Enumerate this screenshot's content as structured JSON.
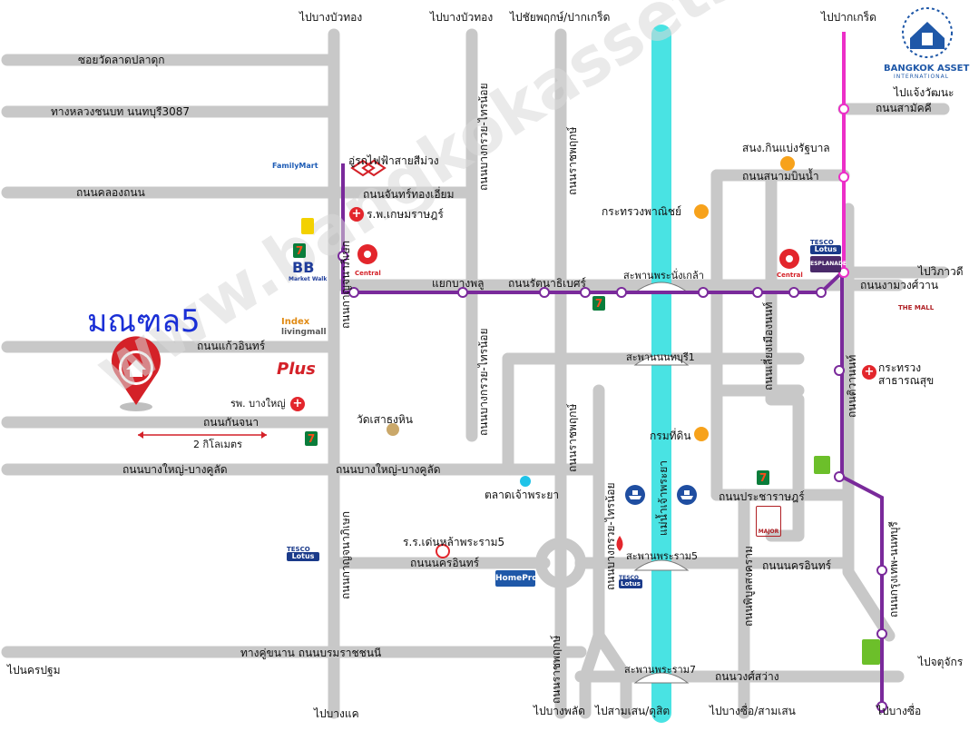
{
  "map_title": "มณฑล5",
  "watermark": "www.bangkokassets.com",
  "brand": {
    "name": "BANGKOK ASSET",
    "sub": "INTERNATIONAL"
  },
  "scale": {
    "label": "2 กิโลเมตร"
  },
  "roads": {
    "soi_wat_lat_pla_duk": "ซอยวัดลาดปลาดุก",
    "highway_3087": "ทางหลวงชนบท นนทบุรี3087",
    "khlong_thanon": "ถนนคลองถนน",
    "chan_thong_iam": "ถนนจันทร์ทองเอี่ยม",
    "kaew_in": "ถนนแก้วอินทร์",
    "kanchana": "ถนนกันจนา",
    "bang_yai_bang_kruai_left": "ถนนบางใหญ่-บางคูลัด",
    "bang_yai_bang_kruai_mid": "ถนนบางใหญ่-บางคูลัด",
    "nakhon_in_left": "ถนนนครอินทร์",
    "nakhon_in_right": "ถนนนครอินทร์",
    "kanchanaphisek_top": "ถนนกาญจนาภิเษก",
    "kanchanaphisek_bottom": "ถนนกาญจนาภิเษก",
    "bang_kruai_sai_noi_top": "ถนนบางกรวย-ไทรน้อย",
    "bang_kruai_sai_noi_mid": "ถนนบางกรวย-ไทรน้อย",
    "bang_kruai_sai_noi_bottom": "ถนนบางกรวย-ไทรน้อย",
    "ratchaphruek_top": "ถนนราชพฤกษ์",
    "ratchaphruek_mid": "ถนนราชพฤกษ์",
    "ratchaphruek_bottom": "ถนนราชพฤกษ์",
    "rattanathibet": "ถนนรัตนาธิเบศร์",
    "yaek_bang_phlu": "แยกบางพลู",
    "sanam_bin_nam": "ถนนสนามบินน้ำ",
    "chaeng_watthana": "ถนนงามวงศ์วาน",
    "liang_mueang": "ถนนเลี่ยงเมืองนนท์",
    "tiwanon": "ถนนติวานนท์",
    "pracharat": "ถนนประชาราษฎร์",
    "phibun_songkhram": "ถนนพิบูลสงคราม",
    "krungthep_nonthaburi": "ถนนกรุงเทพ-นนทบุรี",
    "wong_sawang": "ถนนวงศ์สว่าง",
    "samakkhi": "ถนนสามัคคี",
    "kanchanaphisek_outer": "ทางคู่ขนาน ถนนบรมราชชนนี",
    "bridge_phra_nang_klao": "สะพานพระนั่งเกล้า",
    "bridge_nonthaburi1": "สะพานนนทบุรี1",
    "bridge_rama5": "สะพานพระราม5",
    "bridge_rama7": "สะพานพระราม7",
    "river": "แม่น้ำเจ้าพระยา"
  },
  "directions": {
    "to_bang_bua_thong_1": "ไปบางบัวทอง",
    "to_bang_bua_thong_2": "ไปบางบัวทอง",
    "to_chaiyaphruek": "ไปชัยพฤกษ์/ปากเกร็ด",
    "to_pak_kret": "ไปปากเกร็ด",
    "to_chaeng_watthana": "ไปแจ้งวัฒนะ",
    "to_vibhavadi": "ไปวิภาวดี",
    "to_chatuchak": "ไปจตุจักร",
    "to_nakhon_pathom": "ไปนครปฐม",
    "to_bang_khae": "ไปบางแค",
    "to_bang_phlat": "ไปบางพลัด",
    "to_sam_sen_dusit": "ไปสามเสน/ดุสิต",
    "to_bang_sue_sam_sen": "ไปบางซื่อ/สามเสน",
    "to_bang_sue": "ไปบางซื่อ"
  },
  "places": {
    "depot": "อู่รถไฟฟ้าสายสีม่วง",
    "kasemrad": "ร.พ.เกษมราษฎร์",
    "bang_yai_hospital": "รพ. บางใหญ่",
    "wat_sao_thong_hin": "วัดเสาธงหิน",
    "talat_chao_phraya": "ตลาดเจ้าพระยา",
    "school_rama5": "ร.ร.เด่นหล้าพระราม5",
    "lottery_office": "สนง.กินแบ่งรัฐบาล",
    "ministry_commerce": "กระทรวงพาณิชย์",
    "ministry_public_health": "กระทรวง\nสาธารณสุข",
    "dept_lands": "กรมที่ดิน"
  },
  "logos": {
    "familymart": "FamilyMart",
    "index": "Index",
    "index_sub": "livingmall",
    "plus": "Plus",
    "bb": "BB",
    "bb_sub": "Market Walk",
    "central_1": "Central",
    "central_2": "Central",
    "tesco_1": "TESCO",
    "lotus_1": "Lotus",
    "tesco_2": "TESCO",
    "lotus_2": "Lotus",
    "tesco_3": "TESCO",
    "lotus_3": "Lotus",
    "esplanade": "ESPLANADE",
    "the_mall": "THE MALL",
    "major": "MAJOR",
    "homepro": "HomePro",
    "seven": "7"
  },
  "colors": {
    "road": "#c8c8c8",
    "river": "#49e3e3",
    "purple_line": "#7a2a9b",
    "pink_line": "#ec2fc8",
    "title": "#1a2fd6",
    "pin": "#d42128"
  }
}
